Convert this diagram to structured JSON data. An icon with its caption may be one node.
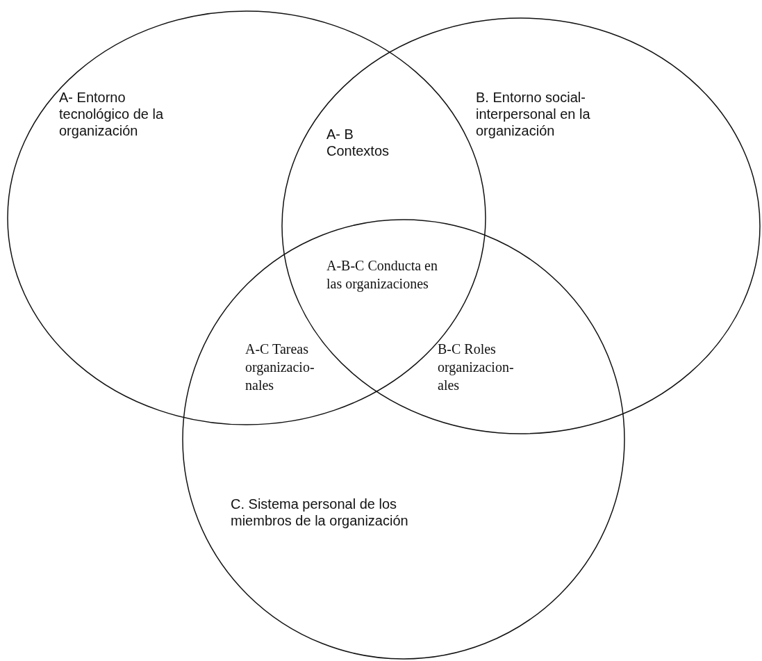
{
  "diagram": {
    "nodes": [
      {
        "text": [
          "A- Entorno tecnológico de la organización"
        ]
      },
      {
        "text": [
          "B. Entorno social-interpersonal en la organización"
        ]
      },
      {
        "text": [
          "C. Sistema personal de los miembros de la organización"
        ]
      }
    ],
    "edges": [],
    "labels": [
      "A- B Contextos",
      "A-B-C Conducta en las organizaciones",
      "A-C Tareas organizacio-nales",
      "B-C Roles organizacion-ales"
    ]
  }
}
